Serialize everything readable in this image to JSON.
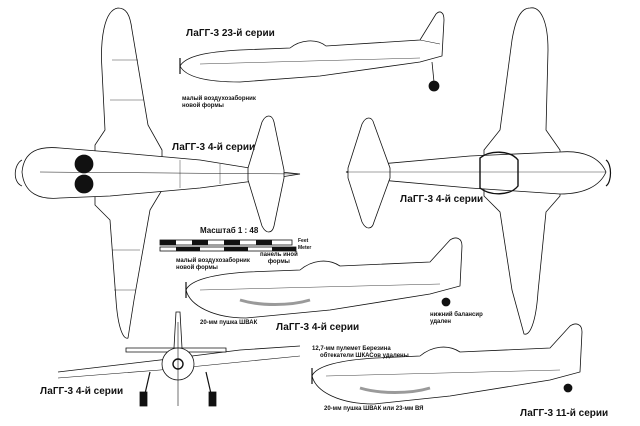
{
  "views": {
    "top_profile_title": "ЛаГГ-3 23-й серии",
    "plan_view_title": "ЛаГГ-3 4-й серии",
    "underside_title": "ЛаГГ-3 4-й серии",
    "mid_profile_title": "ЛаГГ-3 4-й серии",
    "front_view_title": "ЛаГГ-3 4-й серии",
    "bottom_profile_title": "ЛаГГ-3 11-й серии"
  },
  "notes": {
    "small_intake_top_1": "малый воздухозаборник",
    "small_intake_top_2": "новой формы",
    "small_intake_mid_1": "малый воздухозаборник",
    "small_intake_mid_2": "новой формы",
    "panel_1": "панель иной",
    "panel_2": "формы",
    "cannon_shvak": "20-мм пушка ШВАК",
    "trim_tab_1": "нижний балансир",
    "trim_tab_2": "удален",
    "berezin_1": "12,7-мм пулемет Березина",
    "berezin_2": "обтекатели ШКАСов удалены",
    "cannon_bottom": "20-мм пушка ШВАК или 23-мм ВЯ"
  },
  "scale": {
    "label": "Масштаб 1 : 48",
    "unit_feet": "Feet",
    "unit_meter": "Meter"
  },
  "colors": {
    "line": "#111111",
    "fill": "#ffffff",
    "shade": "#9a9a9a"
  }
}
